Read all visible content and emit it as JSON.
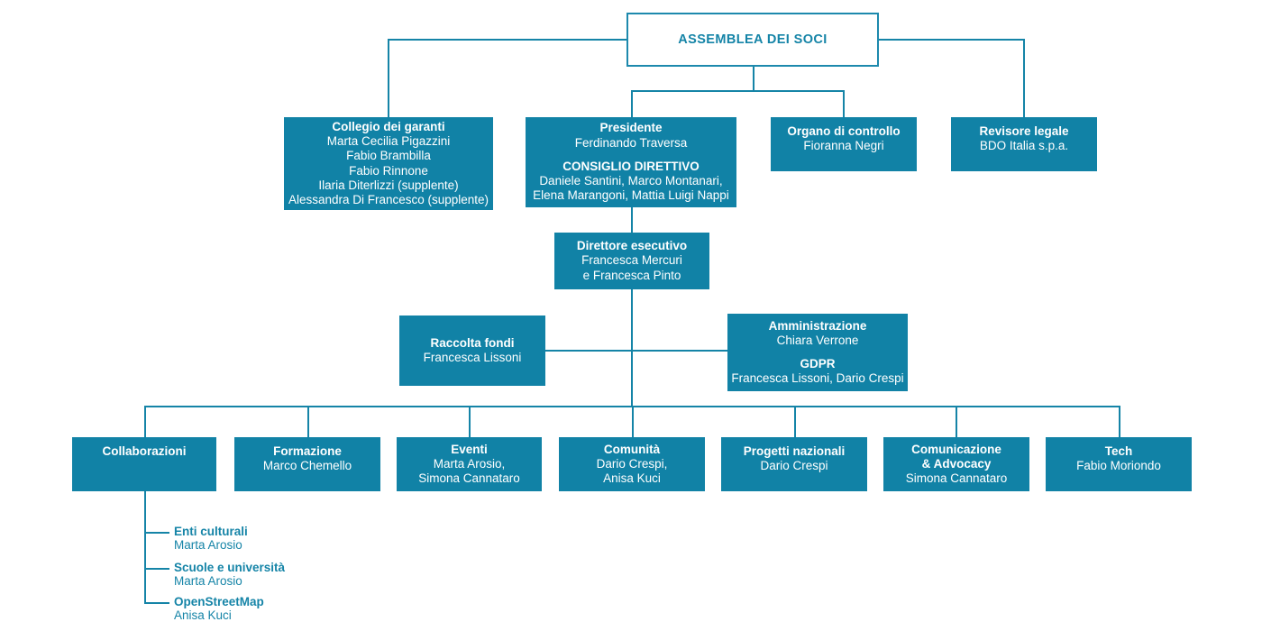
{
  "colors": {
    "teal_fill": "#1182a6",
    "teal_line": "#1584a7",
    "root_border": "#1d89ad",
    "box_text": "#ffffff"
  },
  "assemblea": {
    "title": "ASSEMBLEA DEI SOCI"
  },
  "collegio": {
    "title": "Collegio dei garanti",
    "members": [
      "Marta Cecilia Pigazzini",
      "Fabio Brambilla",
      "Fabio Rinnone",
      "Ilaria Diterlizzi (supplente)",
      "Alessandra Di Francesco (supplente)"
    ]
  },
  "presidente": {
    "title": "Presidente",
    "name": "Ferdinando Traversa",
    "board_title": "CONSIGLIO DIRETTIVO",
    "board_members": [
      "Daniele Santini, Marco Montanari,",
      "Elena Marangoni, Mattia Luigi Nappi"
    ]
  },
  "organo_controllo": {
    "title": "Organo di controllo",
    "name": "Fioranna Negri"
  },
  "revisore_legale": {
    "title": "Revisore legale",
    "name": "BDO Italia s.p.a."
  },
  "direttore": {
    "title": "Direttore esecutivo",
    "names": [
      "Francesca Mercuri",
      "e Francesca Pinto"
    ]
  },
  "raccolta_fondi": {
    "title": "Raccolta fondi",
    "name": "Francesca Lissoni"
  },
  "amministrazione": {
    "title": "Amministrazione",
    "name": "Chiara Verrone",
    "gdpr_title": "GDPR",
    "gdpr_names": "Francesca Lissoni, Dario Crespi"
  },
  "departments": {
    "collaborazioni": {
      "title": "Collaborazioni"
    },
    "formazione": {
      "title": "Formazione",
      "name": "Marco Chemello"
    },
    "eventi": {
      "title": "Eventi",
      "names": [
        "Marta Arosio,",
        "Simona Cannataro"
      ]
    },
    "comunita": {
      "title": "Comunità",
      "names": [
        "Dario Crespi,",
        "Anisa Kuci"
      ]
    },
    "progetti": {
      "title": "Progetti nazionali",
      "name": "Dario Crespi"
    },
    "comunicazione": {
      "title_line1": "Comunicazione",
      "title_line2": "& Advocacy",
      "name": "Simona Cannataro"
    },
    "tech": {
      "title": "Tech",
      "name": "Fabio Moriondo"
    }
  },
  "collaborazioni_sub": {
    "items": [
      {
        "title": "Enti culturali",
        "name": "Marta Arosio"
      },
      {
        "title": "Scuole e università",
        "name": "Marta Arosio"
      },
      {
        "title": "OpenStreetMap",
        "name": "Anisa Kuci"
      }
    ]
  }
}
